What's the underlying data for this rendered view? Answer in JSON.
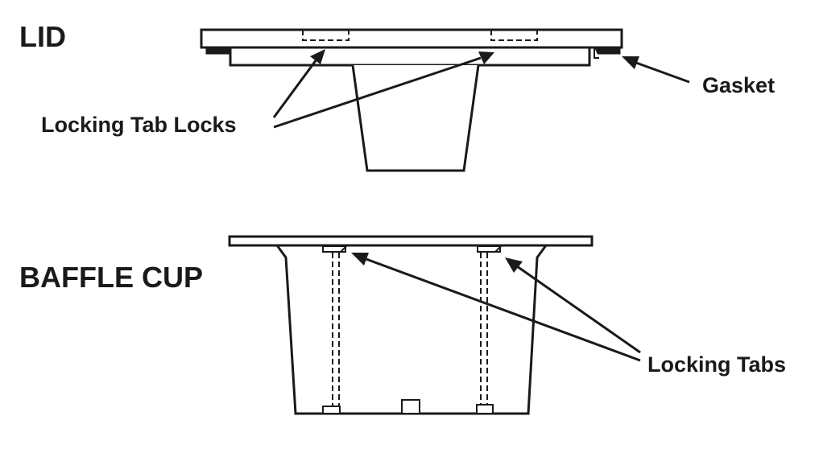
{
  "titles": {
    "lid": "LID",
    "baffle_cup": "BAFFLE CUP"
  },
  "callouts": {
    "locking_tab_locks": "Locking Tab Locks",
    "gasket": "Gasket",
    "locking_tabs": "Locking Tabs"
  },
  "colors": {
    "ink": "#1a1a1a",
    "background": "#ffffff"
  }
}
